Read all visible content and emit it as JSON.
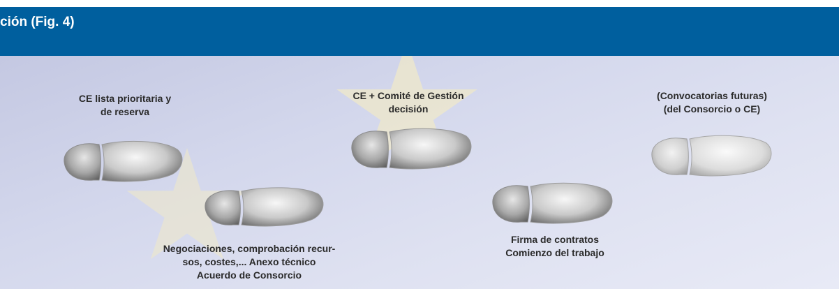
{
  "header": {
    "title": "ción (Fig. 4)"
  },
  "steps": [
    {
      "lines": [
        "CE lista prioritaria y",
        "de reserva"
      ]
    },
    {
      "lines": [
        "Negociaciones, comprobación recur-",
        "sos, costes,... Anexo técnico",
        "Acuerdo de Consorcio"
      ]
    },
    {
      "lines": [
        "CE + Comité de Gestión",
        "decisión"
      ]
    },
    {
      "lines": [
        "Firma de contratos",
        "Comienzo del trabajo"
      ]
    },
    {
      "lines": [
        "(Convocatorias futuras)",
        "(del Consorcio o CE)"
      ]
    }
  ],
  "colors": {
    "header_bg": "#005f9e",
    "star": "#efe8c9",
    "footprint_light": "#f4f4f4",
    "footprint_dark": "#5a5a5a"
  }
}
